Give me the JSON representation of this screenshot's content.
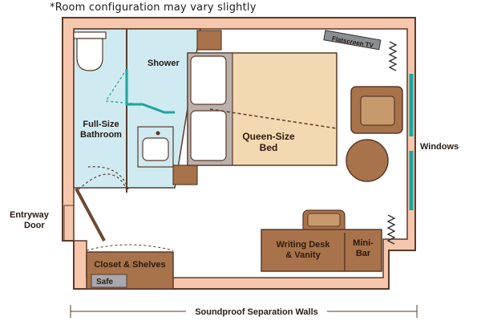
{
  "note": "*Room configuration may vary slightly",
  "labels": {
    "shower": "Shower",
    "bathroom_line1": "Full-Size",
    "bathroom_line2": "Bathroom",
    "bed_line1": "Queen-Size",
    "bed_line2": "Bed",
    "flatscreen": "Flatscreen TV",
    "windows": "Windows",
    "entry_line1": "Entryway",
    "entry_line2": "Door",
    "desk_line1": "Writing Desk",
    "desk_line2": "& Vanity",
    "minibar_line1": "Mini-",
    "minibar_line2": "Bar",
    "closet": "Closet & Shelves",
    "safe": "Safe",
    "walls": "Soundproof Separation Walls"
  },
  "colors": {
    "wall_fill": "#f6c7ac",
    "wall_stroke": "#5a3a2a",
    "bath_fill": "#cfeaf0",
    "teal": "#1aa6a0",
    "bed_fill": "#f3d9b1",
    "furniture": "#a8734a",
    "furniture_dark": "#6b4a33",
    "pillow_gray": "#b9b1ab",
    "safe_gray": "#a7a9ac"
  }
}
